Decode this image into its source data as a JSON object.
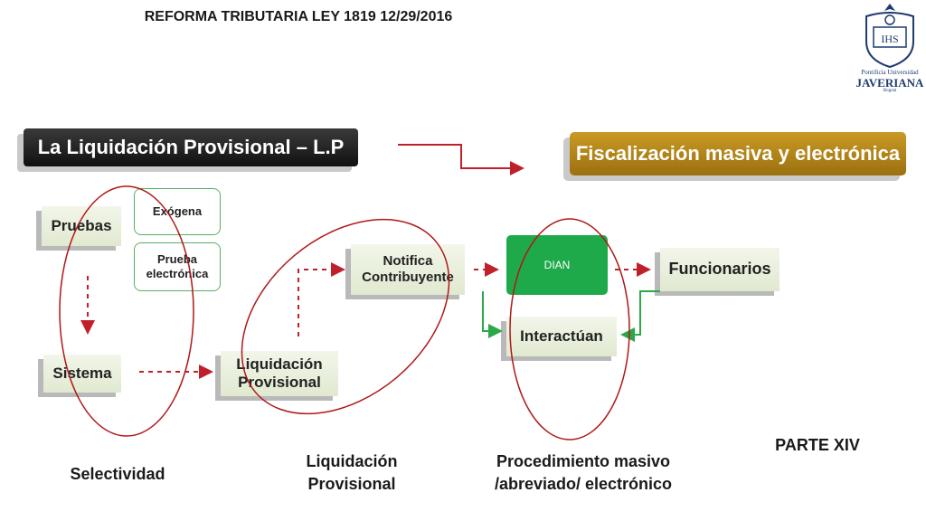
{
  "header": {
    "title": "REFORMA TRIBUTARIA LEY 1819 12/29/2016"
  },
  "logo": {
    "line1": "Pontificia Universidad",
    "line2": "JAVERIANA",
    "line3": "Bogotá",
    "monogram": "IHS"
  },
  "banners": {
    "left": "La Liquidación Provisional – L.P",
    "right": "Fiscalización masiva y electrónica"
  },
  "nodes": {
    "pruebas": "Pruebas",
    "exogena": "Exógena",
    "prueba_electronica": "Prueba electrónica",
    "sistema": "Sistema",
    "liquidacion_provisional": "Liquidación Provisional",
    "notifica_contribuyente": "Notifica Contribuyente",
    "dian": "DIAN",
    "interactuan": "Interactúan",
    "funcionarios": "Funcionarios"
  },
  "labels": {
    "selectividad": "Selectividad",
    "liquidacion_provisional": "Liquidación Provisional",
    "procedimiento": "Procedimiento masivo /abreviado/ electrónico",
    "parte": "PARTE XIV"
  },
  "colors": {
    "dark_banner": "#1a1a1a",
    "gold_banner": "#b0821a",
    "dian_green": "#1eaa4a",
    "arrow_red": "#c0202a",
    "ellipse_red": "#b01818",
    "green_line": "#2aa84a"
  }
}
